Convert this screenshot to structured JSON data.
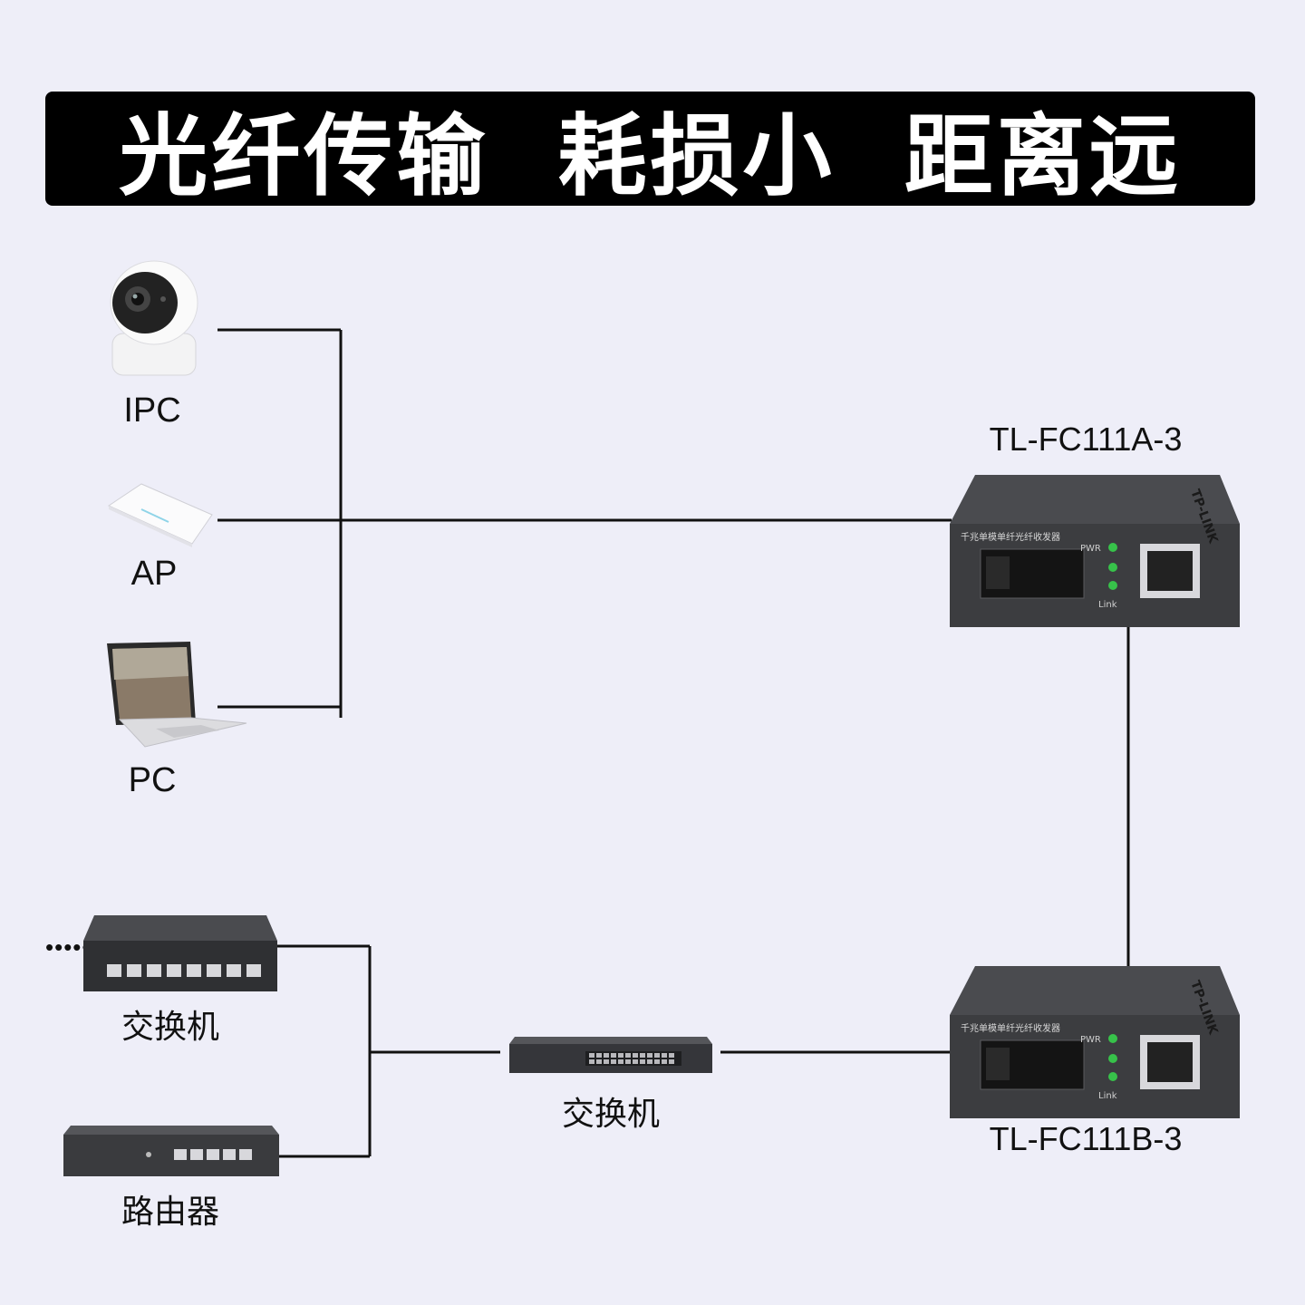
{
  "banner": {
    "title": "光纤传输  耗损小  距离远"
  },
  "devices": {
    "ipc": {
      "label": "IPC"
    },
    "ap": {
      "label": "AP"
    },
    "pc": {
      "label": "PC"
    },
    "converter_a": {
      "label": "TL-FC111A-3",
      "panel_text": "千兆单模单纤光纤收发器",
      "led_pwr": "PWR",
      "led_link": "Link",
      "brand": "TP-LINK"
    },
    "converter_b": {
      "label": "TL-FC111B-3",
      "panel_text": "千兆单模单纤光纤收发器",
      "led_pwr": "PWR",
      "led_link": "Link",
      "brand": "TP-LINK"
    },
    "switch_left": {
      "label": "交换机"
    },
    "switch_middle": {
      "label": "交换机"
    },
    "router": {
      "label": "路由器"
    },
    "more": {
      "label": "•••••"
    }
  },
  "colors": {
    "background": "#eeeef8",
    "banner": "#000000",
    "line": "#111111",
    "device_dark": "#3c3d40",
    "led_green": "#37c24a"
  }
}
